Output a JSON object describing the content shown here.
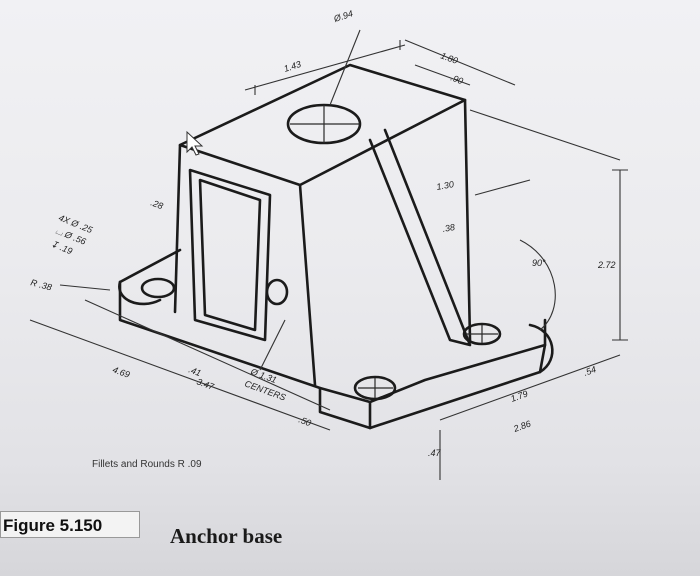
{
  "figure": {
    "label": "Figure 5.150",
    "title": "Anchor base"
  },
  "note": "Fillets and Rounds R .09",
  "dims": {
    "hole_top": "Ø.94",
    "d143": "1.43",
    "d180": "1.80",
    "d90": ".90",
    "d130": "1.30",
    "d38": ".38",
    "angle": "90°",
    "d272": "2.72",
    "d54": ".54",
    "d28": ".28",
    "holes": "4X Ø .25",
    "cbore": "⌴ Ø .56",
    "depth": "↧ .19",
    "r38": "R .38",
    "d469": "4.69",
    "d41": ".41",
    "d347": "3.47",
    "bolt": "Ø 1.31",
    "centers": "CENTERS",
    "d50": ".50",
    "d179": "1.79",
    "d286": "2.86",
    "d47": ".47"
  }
}
